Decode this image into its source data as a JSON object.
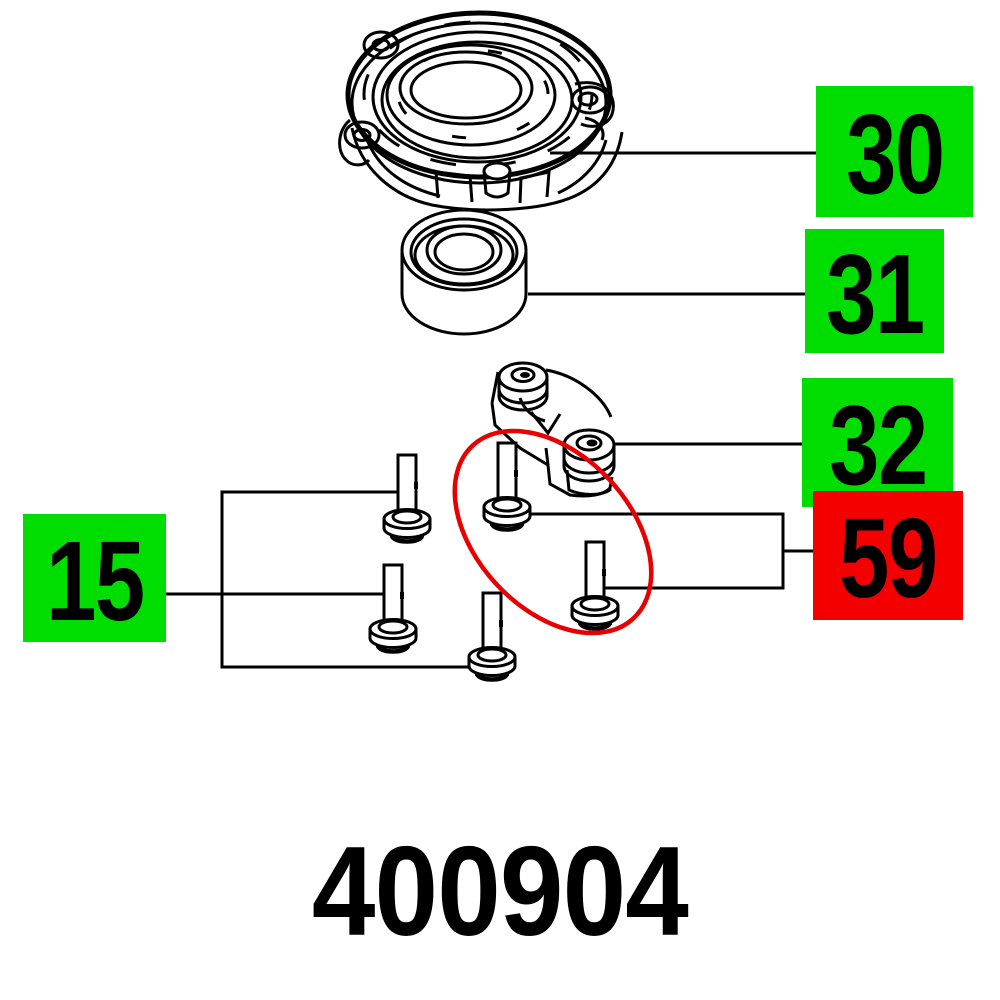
{
  "diagram": {
    "drawing_number": "400904",
    "callouts": {
      "c30": {
        "label": "30",
        "style": "green"
      },
      "c31": {
        "label": "31",
        "style": "green"
      },
      "c32": {
        "label": "32",
        "style": "green"
      },
      "c59": {
        "label": "59",
        "style": "red"
      },
      "c15": {
        "label": "15",
        "style": "green"
      }
    },
    "colors": {
      "callout_green": "#00DD00",
      "callout_red": "#F40000",
      "highlight_red": "#E80000",
      "line_black": "#000000",
      "background": "#FFFFFF"
    }
  }
}
